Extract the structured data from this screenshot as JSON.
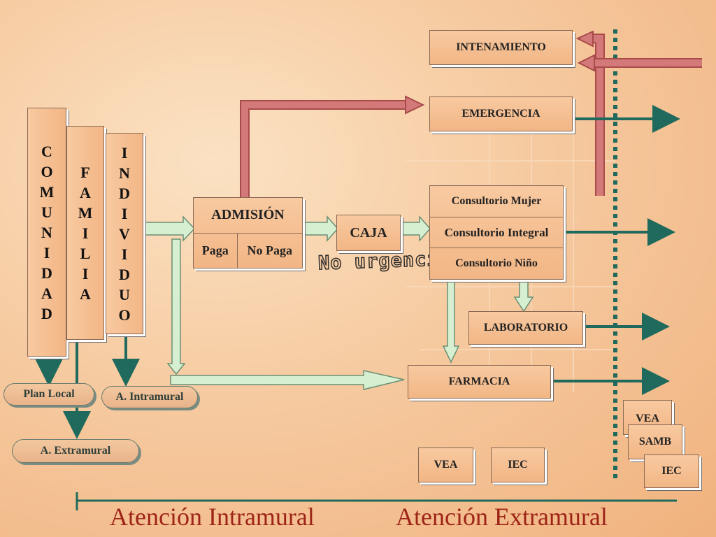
{
  "left_columns": {
    "comunidad": [
      "C",
      "O",
      "M",
      "U",
      "N",
      "I",
      "D",
      "A",
      "D"
    ],
    "familia": [
      "F",
      "A",
      "M",
      "I",
      "L",
      "I",
      "A"
    ],
    "individuo": [
      "I",
      "N",
      "D",
      "I",
      "V",
      "I",
      "D",
      "U",
      "O"
    ]
  },
  "pills": {
    "plan_local": "Plan Local",
    "extramural": "A. Extramural",
    "intramural": "A. Intramural"
  },
  "admision": {
    "title": "ADMISIÓN",
    "paga": "Paga",
    "no_paga": "No Paga"
  },
  "caja": "CAJA",
  "no_urgencia": "No urgencia",
  "services": {
    "internamiento": "INTENAMIENTO",
    "emergencia": "EMERGENCIA",
    "consultorio_mujer": "Consultorio Mujer",
    "consultorio_integral": "Consultorio Integral",
    "consultorio_nino": "Consultorio Niño",
    "laboratorio": "LABORATORIO",
    "farmacia": "FARMACIA",
    "vea_center": "VEA",
    "iec_center": "IEC",
    "vea_right": "VEA",
    "samb_right": "SAMB",
    "iec_right": "IEC"
  },
  "footer": {
    "intramural": "Atención Intramural",
    "extramural": "Atención Extramural"
  },
  "colors": {
    "box": "#f5bf92",
    "red_arrow": "#d0706f",
    "teal": "#1f6a5c",
    "footer_text": "#9e2418",
    "dotted": "#1f6a5c"
  }
}
